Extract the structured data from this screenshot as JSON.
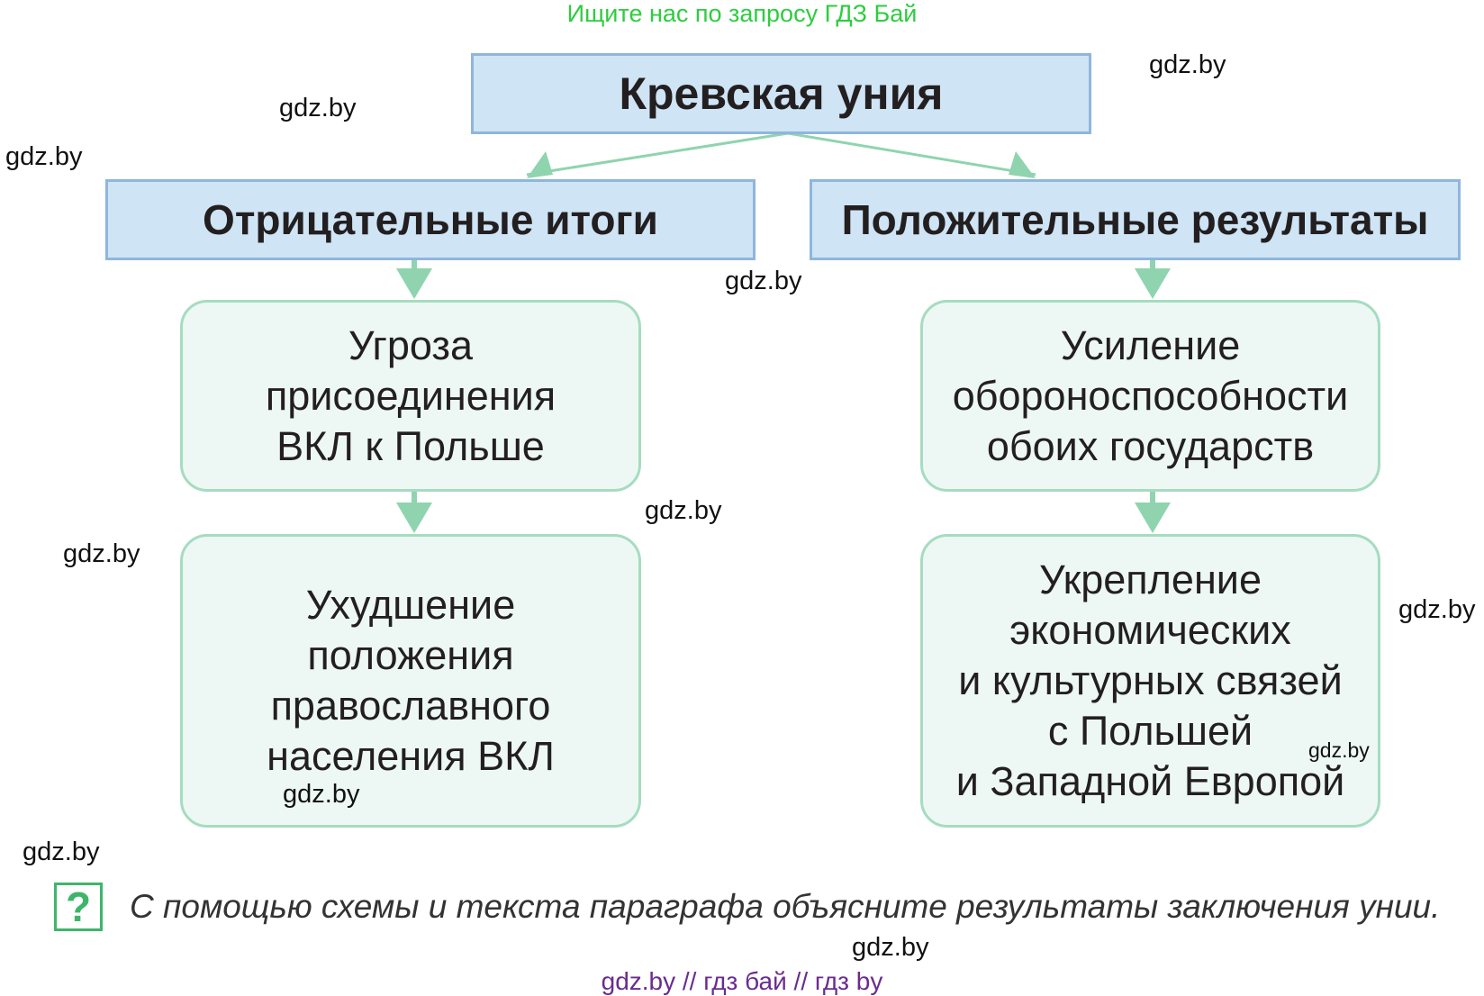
{
  "banner": "Ищите нас по запросу ГДЗ Бай",
  "root": {
    "label": "Кревская уния"
  },
  "negative": {
    "title": "Отрицательные итоги",
    "items": [
      {
        "lines": [
          "Угроза",
          "присоединения",
          "ВКЛ к Польше"
        ]
      },
      {
        "lines": [
          "Ухудшение",
          "положения",
          "православного",
          "населения ВКЛ"
        ]
      }
    ]
  },
  "positive": {
    "title": "Положительные результаты",
    "items": [
      {
        "lines": [
          "Усиление",
          "обороноспособности",
          "обоих государств"
        ]
      },
      {
        "lines": [
          "Укрепление",
          "экономических",
          "и культурных связей",
          "с Польшей",
          "и Западной Европой"
        ]
      }
    ]
  },
  "watermarks": [
    "gdz.by",
    "gdz.by",
    "gdz.by",
    "gdz.by",
    "gdz.by",
    "gdz.by",
    "gdz.by",
    "gdz.by",
    "gdz.by",
    "gdz.by",
    "gdz.by"
  ],
  "question": {
    "icon": "question-mark-icon",
    "text": "С помощью схемы и текста параграфа объясните результаты заключения унии."
  },
  "footer": "gdz.by  //  гдз бай  //  гдз by",
  "colors": {
    "banner": "#2ecc40",
    "blue_fill": "#cfe4f5",
    "blue_border": "#8fb6dd",
    "green_fill": "#edf8f4",
    "green_border": "#a6dcc1",
    "arrow": "#8fd4ae",
    "footer": "#6a2c8f"
  }
}
